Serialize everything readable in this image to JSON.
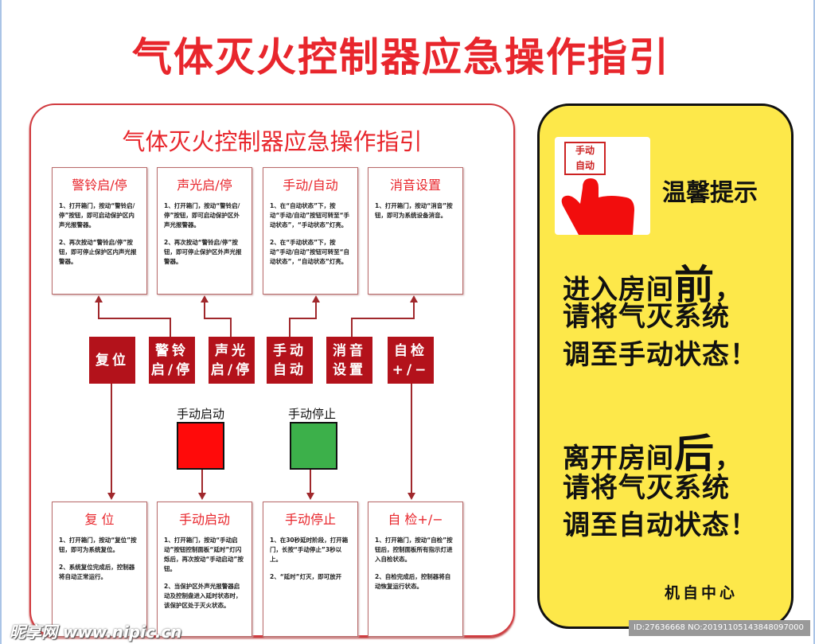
{
  "title": "气体灭火控制器应急操作指引",
  "panel": {
    "subtitle": "气体灭火控制器应急操作指引",
    "top_cards": [
      {
        "title": "警铃启/停",
        "p1": "1、打开箱门，按动“警铃启/停”按钮，即可启动保护区内声光报警器。",
        "p2": "2、再次按动“警铃启/停”按钮，即可停止保护区内声光报警器。"
      },
      {
        "title": "声光启/停",
        "p1": "1、打开箱门，按动“警铃启/停”按钮，即可启动保护区外声光报警器。",
        "p2": "2、再次按动“警铃启/停”按钮，即可停止保护区外声光报警器。"
      },
      {
        "title": "手动/自动",
        "p1": "1、在“自动状态”下，按动“手动/自动”按钮可转至“手动状态”，“手动状态”灯亮。",
        "p2": "2、在“手动状态”下，按动“手动/自动”按钮可转至“自动状态”，“自动状态”灯亮。"
      },
      {
        "title": "消音设置",
        "p1": "1、打开箱门，按动“消音”按钮，即可为系统设备消音。",
        "p2": ""
      }
    ],
    "buttons": [
      "复位",
      "警铃\n启/停",
      "声光\n启/停",
      "手动\n自动",
      "消音\n设置",
      "自检\n+/−"
    ],
    "manual_start_label": "手动启动",
    "manual_stop_label": "手动停止",
    "start_color": "#ff0a0a",
    "stop_color": "#3cb04a",
    "bottom_cards": [
      {
        "title": "复 位",
        "p1": "1、打开箱门，按动“复位”按钮，即可为系统复位。",
        "p2": "2、系统复位完成后，控制器将自动正常运行。"
      },
      {
        "title": "手动启动",
        "p1": "1、打开箱门，按动“手动启动”按钮控制面板“延时”灯闪烁后，再次按动“手动启动”按钮。",
        "p2": "2、当保护区外声光报警器启动及控制盘进入延时状态时，该保护区处于灭火状态。"
      },
      {
        "title": "手动停止",
        "p1": "1、在30秒延时阶段，打开箱门，长按“手动停止”3秒以上。",
        "p2": "2、“延时”灯灭，即可放开"
      },
      {
        "title": "自 检+/−",
        "p1": "1、打开箱门，按动“自检”按钮后，控制面板所有指示灯进入自检状态。",
        "p2": "2、自检完成后，控制器将自动恢复运行状态。"
      }
    ]
  },
  "tip": {
    "icon_text_1": "手动",
    "icon_text_2": "自动",
    "heading": "温馨提示",
    "before": {
      "a": "进入房间",
      "b": "前",
      "c": "，",
      "l2": "请将气灭系统",
      "l3": "调至手动状态！"
    },
    "after": {
      "a": "离开房间",
      "b": "后",
      "c": "，",
      "l2": "请将气灭系统",
      "l3": "调至自动状态！"
    },
    "footer": "机自中心"
  },
  "watermark": "昵享网 www.nipic.cn",
  "id_text": "ID:27636668 NO:20191105143848097000"
}
